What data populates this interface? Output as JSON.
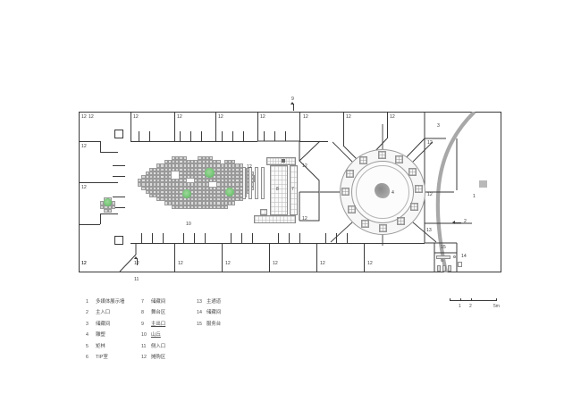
{
  "drawing": {
    "type": "architectural-floor-plan",
    "background_color": "#ffffff",
    "line_color": "#3a3a3a",
    "wall_fill_color": "#a8a8a8",
    "tree_color": "#7cc97c",
    "hill_cell_color": "#d4d4d4"
  },
  "legend": {
    "columns": [
      [
        {
          "index": "1",
          "label": "多媒体展示墙"
        },
        {
          "index": "2",
          "label": "主入口"
        },
        {
          "index": "3",
          "label": "储藏间"
        },
        {
          "index": "4",
          "label": "雕塑"
        },
        {
          "index": "5",
          "label": "矩林"
        },
        {
          "index": "6",
          "label": "TIP室"
        }
      ],
      [
        {
          "index": "7",
          "label": "储藏间"
        },
        {
          "index": "8",
          "label": "舞台区"
        },
        {
          "index": "9",
          "label": "主出口"
        },
        {
          "index": "10",
          "label": "山丘"
        },
        {
          "index": "11",
          "label": "侧入口"
        },
        {
          "index": "12",
          "label": "摊购区"
        }
      ],
      [
        {
          "index": "13",
          "label": "主通道"
        },
        {
          "index": "14",
          "label": "储藏间"
        },
        {
          "index": "15",
          "label": "服务台"
        }
      ]
    ]
  },
  "plan_labels": {
    "media_wall": "1",
    "main_entrance": "2",
    "storage_top": "3",
    "sculpture": "4",
    "tip_room": "6",
    "storage_stage": "7",
    "stage_area": "8",
    "main_exit": "9",
    "hill": "10",
    "side_entrance": "11",
    "main_corridor": "13",
    "storage_bottom": "14",
    "service_counter": "15",
    "shop": "12"
  },
  "shop_labels_top": [
    "12",
    "12",
    "12",
    "12",
    "12",
    "12",
    "12",
    "12",
    "12"
  ],
  "shop_labels_bottom": [
    "12",
    "12",
    "12",
    "12",
    "12",
    "12",
    "12",
    "12"
  ],
  "shop_labels_left": [
    "12",
    "12",
    "12",
    "12"
  ],
  "shop_labels_inner": [
    "12",
    "12"
  ],
  "scale_bar": {
    "ticks": [
      "1",
      "2"
    ],
    "unit": "5m"
  }
}
